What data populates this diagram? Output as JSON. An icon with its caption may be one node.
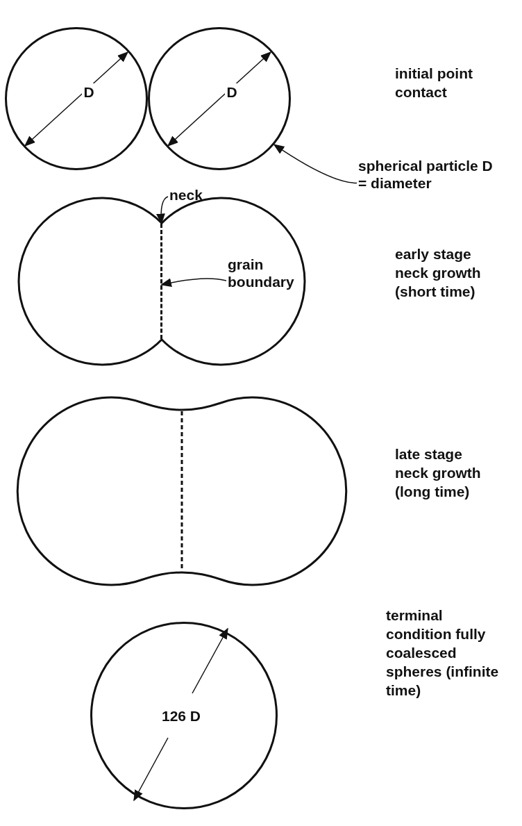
{
  "diagram": {
    "nodes": [
      {
        "text": [
          "D"
        ]
      },
      {
        "text": [
          "D"
        ]
      },
      {
        "text": [
          "spherical particle D = diameter"
        ]
      },
      {
        "text": [
          "neck"
        ]
      },
      {
        "text": [
          "grain boundary"
        ]
      },
      {
        "text": [],
        "shape": "line"
      },
      {
        "text": [
          "126 D"
        ]
      }
    ],
    "edges": [
      {
        "from": 2,
        "to": 1,
        "arrow": "to"
      },
      {
        "from": 3,
        "to": 5,
        "arrow": "to"
      },
      {
        "from": 4,
        "to": 5,
        "arrow": "to"
      }
    ],
    "labels": [
      "initial point contact",
      "early stage neck growth (short time)",
      "late stage neck growth (long time)",
      "terminal condition fully coalesced spheres (infinite time)"
    ]
  }
}
